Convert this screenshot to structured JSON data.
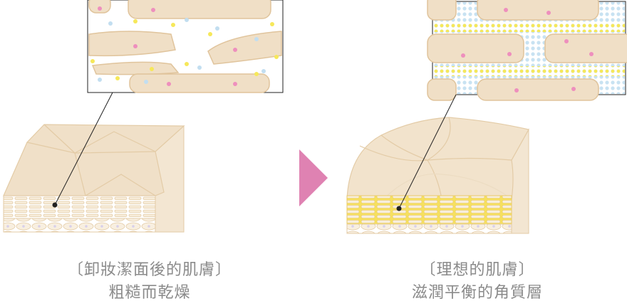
{
  "left_panel": {
    "caption_line1": "〔卸妝潔面後的肌膚〕",
    "caption_line2": "粗糙而乾燥"
  },
  "right_panel": {
    "caption_line1": "〔理想的肌膚〕",
    "caption_line2": "滋潤平衡的角質層"
  },
  "colors": {
    "skin": "#f2e4cf",
    "skin_outline": "#e3cba6",
    "arrow": "#df82b2",
    "moisture_yellow": "#f6e85a",
    "moisture_blue": "#b9dbef",
    "dot_pink": "#ee8fbd"
  }
}
